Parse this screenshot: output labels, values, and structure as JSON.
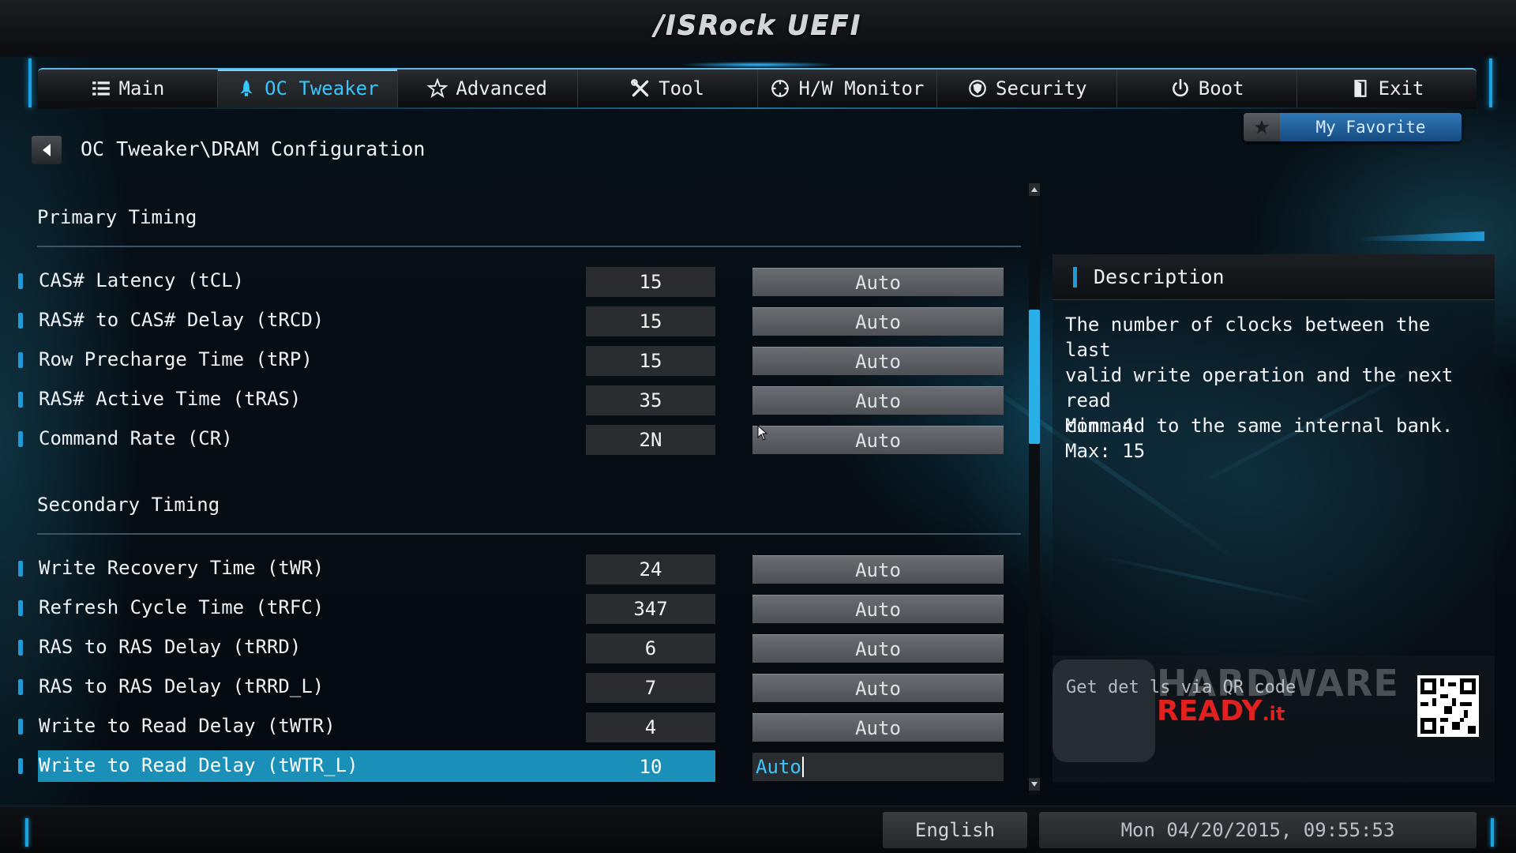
{
  "brand": "/ISRock UEFI",
  "tabs": [
    {
      "label": "Main",
      "icon": "list-icon"
    },
    {
      "label": "OC Tweaker",
      "icon": "rocket-icon",
      "active": true
    },
    {
      "label": "Advanced",
      "icon": "star-icon"
    },
    {
      "label": "Tool",
      "icon": "tools-icon"
    },
    {
      "label": "H/W Monitor",
      "icon": "monitor-icon"
    },
    {
      "label": "Security",
      "icon": "shield-icon"
    },
    {
      "label": "Boot",
      "icon": "power-icon"
    },
    {
      "label": "Exit",
      "icon": "exit-icon"
    }
  ],
  "favorite": {
    "label": "My Favorite"
  },
  "breadcrumb": "OC Tweaker\\DRAM Configuration",
  "sections": {
    "primary": "Primary Timing",
    "secondary": "Secondary Timing"
  },
  "primary_rows": [
    {
      "label": "CAS# Latency (tCL)",
      "value": "15",
      "setting": "Auto"
    },
    {
      "label": "RAS# to CAS# Delay (tRCD)",
      "value": "15",
      "setting": "Auto"
    },
    {
      "label": "Row Precharge Time (tRP)",
      "value": "15",
      "setting": "Auto"
    },
    {
      "label": "RAS# Active Time (tRAS)",
      "value": "35",
      "setting": "Auto"
    },
    {
      "label": "Command Rate (CR)",
      "value": "2N",
      "setting": "Auto"
    }
  ],
  "secondary_rows": [
    {
      "label": "Write Recovery Time (tWR)",
      "value": "24",
      "setting": "Auto"
    },
    {
      "label": "Refresh Cycle Time (tRFC)",
      "value": "347",
      "setting": "Auto"
    },
    {
      "label": "RAS to RAS Delay (tRRD)",
      "value": "6",
      "setting": "Auto"
    },
    {
      "label": "RAS to RAS Delay (tRRD_L)",
      "value": "7",
      "setting": "Auto"
    },
    {
      "label": "Write to Read Delay (tWTR)",
      "value": "4",
      "setting": "Auto"
    },
    {
      "label": "Write to Read Delay (tWTR_L)",
      "value": "10",
      "setting": "Auto",
      "selected": true
    }
  ],
  "description": {
    "title": "Description",
    "text": "The number of clocks between the last\nvalid write operation and the next read\ncommand to the same internal bank.",
    "min": "Min: 4",
    "max": "Max: 15"
  },
  "watermark": {
    "qr_text": "Get det ls via QR code",
    "hardware": "HARDWARE",
    "ready": "READY",
    "ready_suffix": ".it"
  },
  "footer": {
    "language": "English",
    "datetime": "Mon 04/20/2015, 09:55:53"
  },
  "colors": {
    "accent": "#1f9ad6",
    "active_tab": "#35c7ff",
    "selected_row": "#1a8fb8"
  }
}
